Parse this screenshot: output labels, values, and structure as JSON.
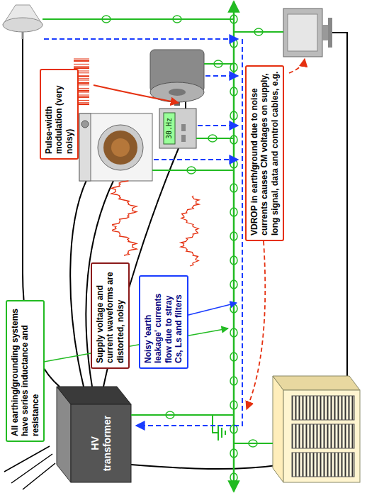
{
  "diagram": {
    "nodes": [
      {
        "text": [
          "All earthing/grounding systems have series inductance and resistance"
        ]
      },
      {
        "text": [
          "Supply voltage and current waveforms are distorted, noisy"
        ]
      },
      {
        "text": [
          "Noisy 'earth leakage' currents flow due to stray Cs, Ls and filters"
        ]
      },
      {
        "text": [
          "HV transformer"
        ]
      },
      {
        "text": [
          "Pulse-width modulation (very noisy)"
        ]
      },
      {
        "text": [
          "VDROP in earth/ground due to noise currents causes CM voltages on supply, long signal, data and control cables, e.g."
        ]
      }
    ],
    "labels": [
      "30.Hz"
    ]
  }
}
